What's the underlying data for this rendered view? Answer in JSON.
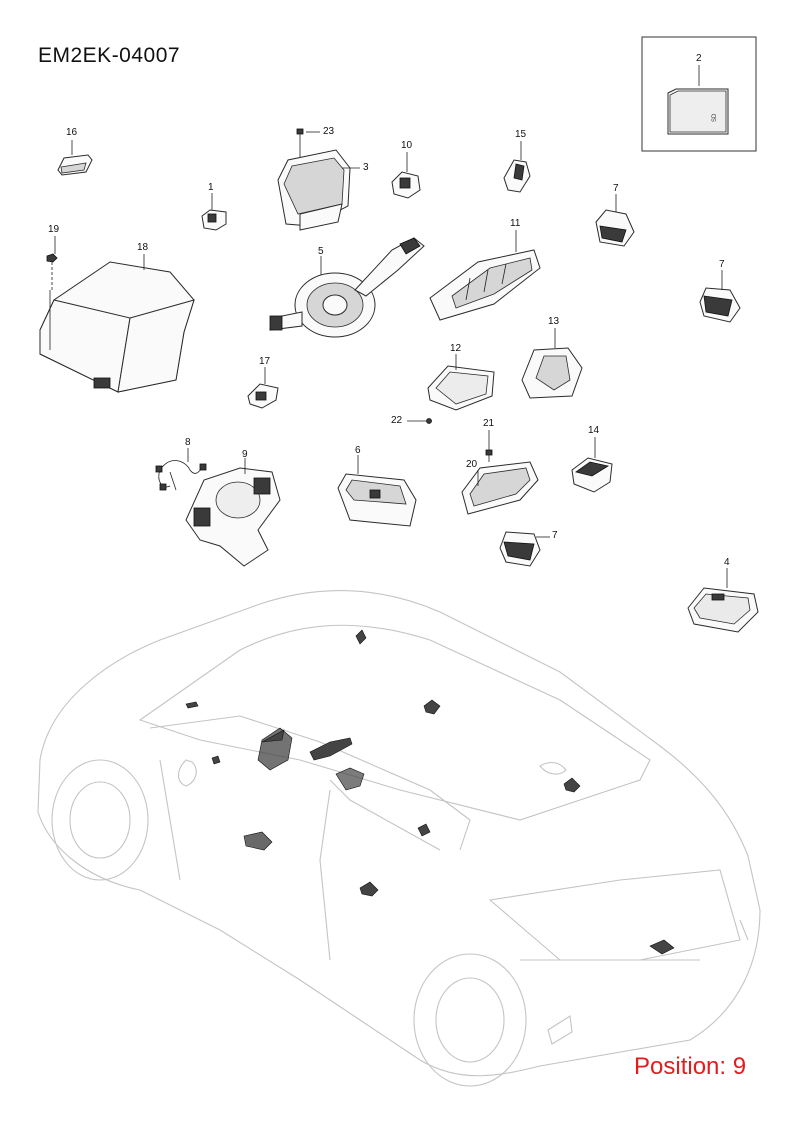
{
  "header": {
    "page_code": "EM2EK-04007"
  },
  "footer": {
    "position": "Position: 9"
  },
  "inset": {
    "sd_card_text": "SD"
  },
  "callouts": [
    {
      "id": "c1",
      "label": "1"
    },
    {
      "id": "c2",
      "label": "2"
    },
    {
      "id": "c3",
      "label": "3"
    },
    {
      "id": "c4",
      "label": "4"
    },
    {
      "id": "c5",
      "label": "5"
    },
    {
      "id": "c6",
      "label": "6"
    },
    {
      "id": "c7a",
      "label": "7"
    },
    {
      "id": "c7b",
      "label": "7"
    },
    {
      "id": "c7c",
      "label": "7"
    },
    {
      "id": "c8",
      "label": "8"
    },
    {
      "id": "c9",
      "label": "9"
    },
    {
      "id": "c10",
      "label": "10"
    },
    {
      "id": "c11",
      "label": "11"
    },
    {
      "id": "c12",
      "label": "12"
    },
    {
      "id": "c13",
      "label": "13"
    },
    {
      "id": "c14",
      "label": "14"
    },
    {
      "id": "c15",
      "label": "15"
    },
    {
      "id": "c16",
      "label": "16"
    },
    {
      "id": "c17",
      "label": "17"
    },
    {
      "id": "c18",
      "label": "18"
    },
    {
      "id": "c19",
      "label": "19"
    },
    {
      "id": "c20",
      "label": "20"
    },
    {
      "id": "c21",
      "label": "21"
    },
    {
      "id": "c22",
      "label": "22"
    },
    {
      "id": "c23",
      "label": "23"
    }
  ],
  "colors": {
    "accent_position": "#e01e1e",
    "line": "#2b2b2b",
    "car_outline": "#c4c4c4"
  }
}
